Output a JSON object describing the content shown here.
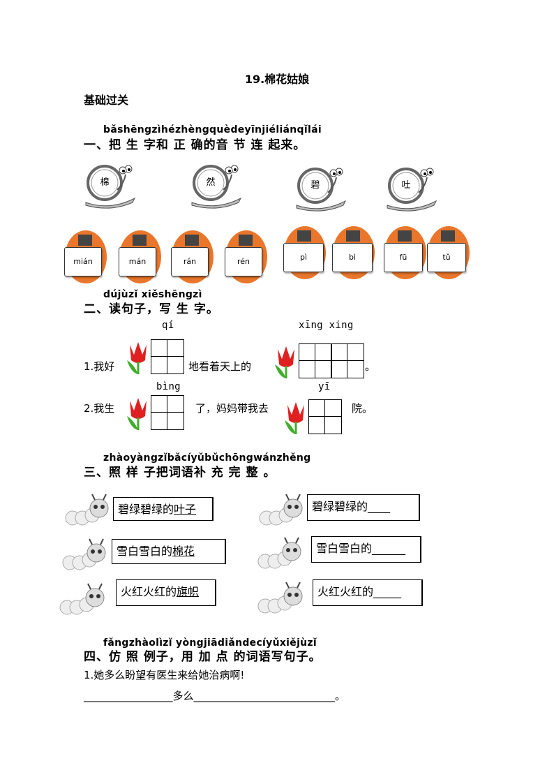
{
  "title": "19.棉花姑娘",
  "subtitle": "基础过关",
  "section1": {
    "pinyin": "bǎshēngzìhézhèngquèdeyīnjiéliánqǐlái",
    "heading": "一、把 生 字和 正 确的音 节 连 起来。",
    "characters": [
      "棉",
      "然",
      "碧",
      "吐"
    ],
    "syllables": [
      "mián",
      "mán",
      "rán",
      "rén",
      "pì",
      "bì",
      "fū",
      "tǔ"
    ]
  },
  "section2": {
    "pinyin": "dújùzǐ xiěshēngzì",
    "heading": "二、读句子，写 生 字。",
    "line1": {
      "pinyin_a": "qí",
      "pinyin_b": "xīng  xing",
      "prefix": "1.我好",
      "middle": "地看着天上的",
      "suffix": "。"
    },
    "line2": {
      "pinyin_a": "bìng",
      "pinyin_b": "yī",
      "prefix": "2.我生",
      "middle": "了，妈妈带我去",
      "suffix": "院。"
    }
  },
  "section3": {
    "pinyin": "zhàoyàngzǐbǎcíyǔbǔchōngwánzhěng",
    "heading": "三、照  样 子把词语补 充 完  整 。",
    "examples": [
      {
        "lead": "碧绿碧绿的",
        "tail": "叶子"
      },
      {
        "lead": "雪白雪白的",
        "tail": "棉花"
      },
      {
        "lead": "火红火红的",
        "tail": "旗帜"
      }
    ],
    "blanks": [
      "碧绿碧绿的____",
      "雪白雪白的______",
      "火红火红的_____"
    ]
  },
  "section4": {
    "pinyin": "fǎngzhàolìzǐ yòngjiādiǎndecíyǔxiějùzǐ",
    "heading": "四、仿  照 例子，用  加  点 的词语写句子。",
    "sentence": "1.她多么盼望有医生来给她治病啊!",
    "fill": "_________________多么___________________________。"
  },
  "colors": {
    "snail_shell": "#7a7a7a",
    "egg": "#e9762b",
    "tulip": "#e02020",
    "leaf": "#3fae2a"
  }
}
